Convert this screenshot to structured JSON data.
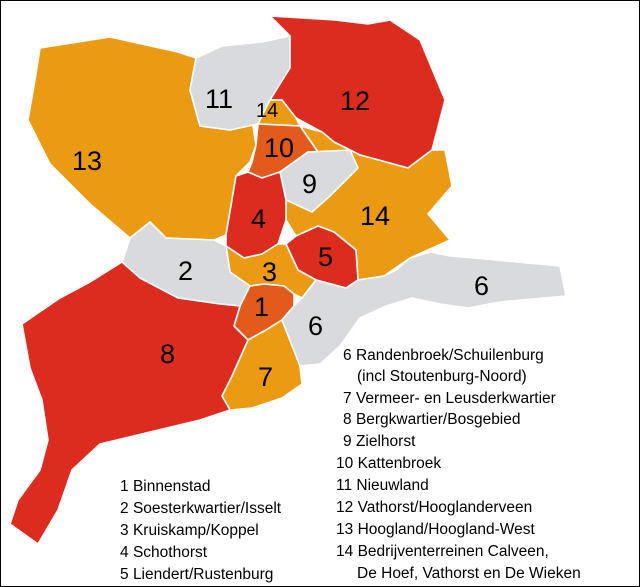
{
  "colors": {
    "red": "#dc2b1f",
    "orange": "#eb9a14",
    "dark_orange": "#e25b1c",
    "gray": "#d9dade",
    "outline": "#ffffff"
  },
  "districts": [
    {
      "num": "1",
      "name": "Binnenstad",
      "color": "dark_orange"
    },
    {
      "num": "2",
      "name": "Soesterkwartier/Isselt",
      "color": "gray"
    },
    {
      "num": "3",
      "name": "Kruiskamp/Koppel",
      "color": "orange"
    },
    {
      "num": "4",
      "name": "Schothorst",
      "color": "red"
    },
    {
      "num": "5",
      "name": "Liendert/Rustenburg",
      "color": "red"
    },
    {
      "num": "6",
      "name": "Randenbroek/Schuilenburg",
      "name_line2": "(incl Stoutenburg-Noord)",
      "color": "gray"
    },
    {
      "num": "7",
      "name": "Vermeer- en Leusderkwartier",
      "color": "orange"
    },
    {
      "num": "8",
      "name": "Bergkwartier/Bosgebied",
      "color": "red"
    },
    {
      "num": "9",
      "name": "Zielhorst",
      "color": "gray"
    },
    {
      "num": "10",
      "name": "Kattenbroek",
      "color": "dark_orange"
    },
    {
      "num": "11",
      "name": "Nieuwland",
      "color": "gray"
    },
    {
      "num": "12",
      "name": "Vathorst/Hooglanderveen",
      "color": "red"
    },
    {
      "num": "13",
      "name": "Hoogland/Hoogland-West",
      "color": "orange"
    },
    {
      "num": "14",
      "name": "Bedrijventerreinen Calveen,",
      "name_line2": "De Hoef, Vathorst en De Wieken",
      "color": "orange"
    }
  ]
}
